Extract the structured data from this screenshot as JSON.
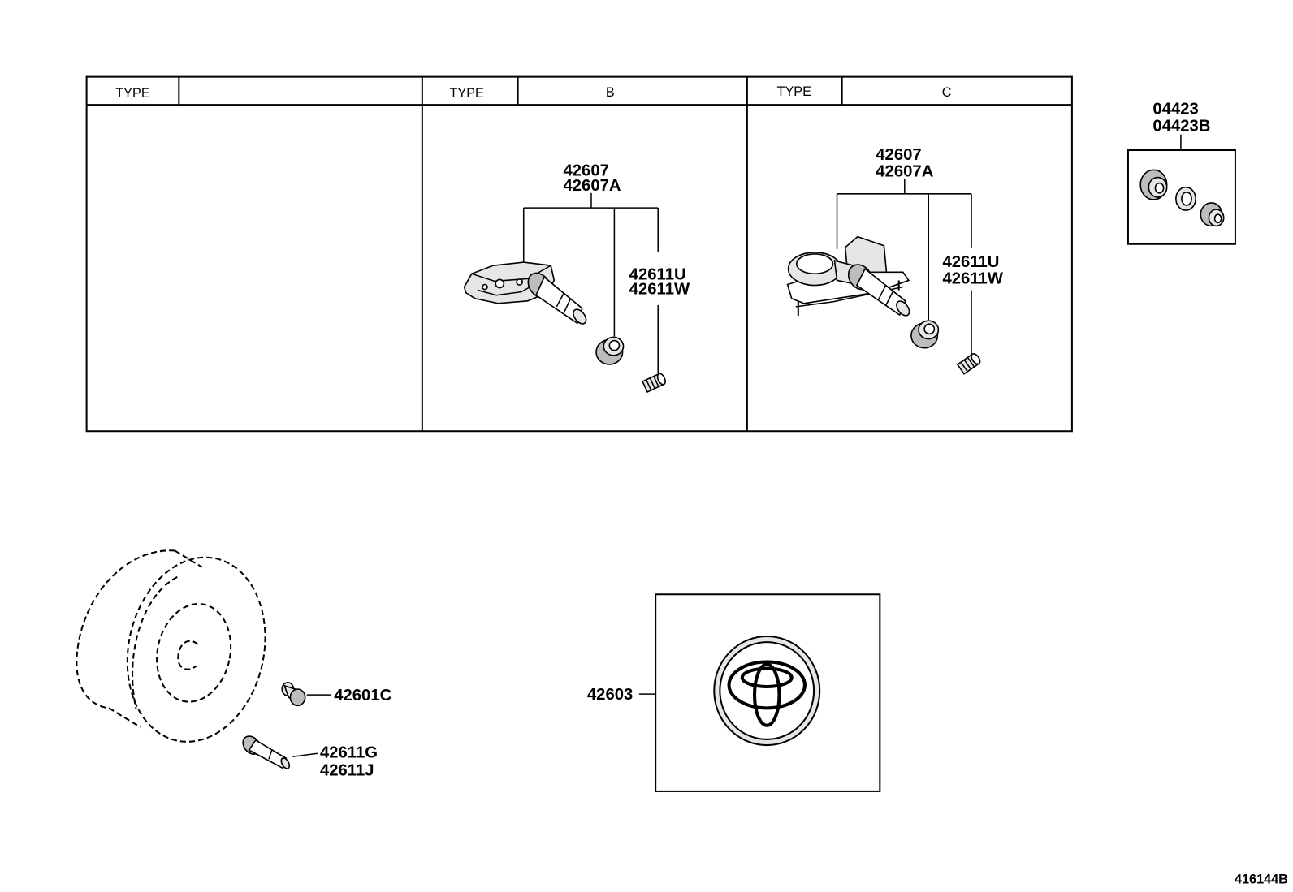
{
  "header_table": {
    "panel_a": {
      "type_label": "TYPE"
    },
    "panel_b": {
      "type_label": "TYPE",
      "type_value": "B"
    },
    "panel_c": {
      "type_label": "TYPE",
      "type_value": "C"
    }
  },
  "panel_b": {
    "sensor_part_numbers": [
      "42607",
      "42607A"
    ],
    "valve_core_part_numbers": [
      "42611U",
      "42611W"
    ]
  },
  "panel_c": {
    "sensor_part_numbers": [
      "42607",
      "42607A"
    ],
    "valve_core_part_numbers": [
      "42611U",
      "42611W"
    ]
  },
  "seal_kit": {
    "part_numbers": [
      "04423",
      "04423B"
    ]
  },
  "wheel_parts": {
    "nut_part_number": "42601C",
    "valve_part_numbers": [
      "42611G",
      "42611J"
    ]
  },
  "ornament": {
    "part_number": "42603"
  },
  "figure_id": "416144B"
}
